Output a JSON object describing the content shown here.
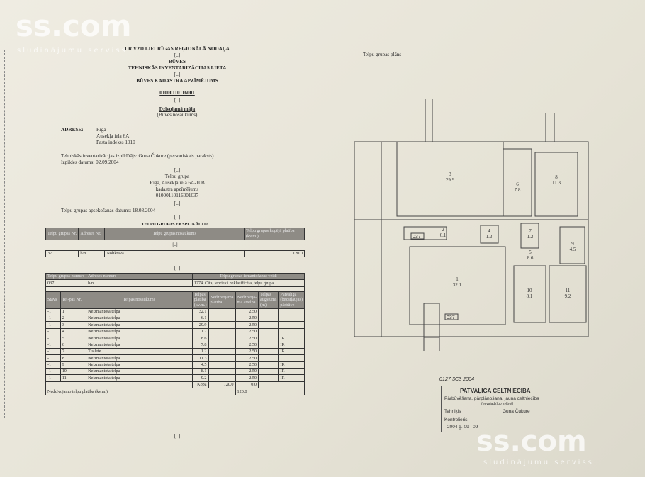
{
  "header": {
    "org": "LR VZD LIELRĪGAS REĢIONĀLĀ NODAĻA",
    "b1": "[..]",
    "line1": "BŪVES",
    "line2": "TEHNISKĀS INVENTARIZĀCIJAS LIETA",
    "b2": "[..]",
    "line3": "BŪVES KADASTRA APZĪMĒJUMS",
    "cadastre": "01000110116001",
    "b3": "[..]",
    "building_name": "Dzīvojamā māja",
    "building_caption": "(Būves nosaukums)"
  },
  "address": {
    "label": "ADRESE:",
    "l1": "Rīga",
    "l2": "Ausekļa iela 6A",
    "l3": "Pasta indekss 1010"
  },
  "inventory": {
    "performed_by": "Tehniskās inventarizācijas izpildītājs: Guna Čukure (personiskais paraksts)",
    "date": "Izpildes datums: 02.09.2004",
    "b4": "[..]",
    "group_title": "Telpu grupa",
    "group_addr": "Rīga, Ausekļa iela 6A-10B",
    "group_cad_label": "kadastra apzīmējums",
    "group_cad": "01000110116001037",
    "b5": "[..]",
    "survey_date": "Telpu grupas apsekošanas datums: 18.08.2004",
    "b6": "[..]"
  },
  "explication": {
    "title": "TELPU GRUPAS EKSPLIKĀCIJA",
    "h1": "Telpu grupas Nr.",
    "h2": "Adreses Nr.",
    "h3": "Telpu grupas nosaukums",
    "h4": "Telpu grupas kopējā platība (kv.m.)",
    "b": "[..]",
    "row": {
      "nr": "37",
      "addr": "b/n",
      "name": "Noliktava",
      "area": "120.0"
    },
    "b2": "[..]"
  },
  "details": {
    "title": "Telpu grupas izmantošanas veidi",
    "h1": "Telpu grupas numurs",
    "h2": "Adreses numurs",
    "row": {
      "nr": "037",
      "addr": "b/n",
      "code": "1274",
      "desc": "Cita, iepriekš neklasificēta, telpu grupa"
    },
    "cols": [
      "Stāvs",
      "Tel-pas Nr.",
      "Telpas nosaukums",
      "Telpas platība (kv.m.)",
      "Nedzīvojamā platība",
      "Nedzīvoja-mā ārtelpa",
      "Telpas augstums (m)",
      "Patvaļīga (bezatļaujas) pārbūve"
    ],
    "rows": [
      [
        "-1",
        "1",
        "Neizmantota telpa",
        "32.1",
        "2.50",
        ""
      ],
      [
        "-1",
        "2",
        "Neizmantota telpa",
        "6.1",
        "2.50",
        ""
      ],
      [
        "-1",
        "3",
        "Neizmantota telpa",
        "29.9",
        "2.50",
        ""
      ],
      [
        "-1",
        "4",
        "Neizmantota telpa",
        "1.2",
        "2.50",
        ""
      ],
      [
        "-1",
        "5",
        "Neizmantota telpa",
        "8.6",
        "2.50",
        "IR"
      ],
      [
        "-1",
        "6",
        "Neizmantota telpa",
        "7.8",
        "2.50",
        "IR"
      ],
      [
        "-1",
        "7",
        "Tualete",
        "1.2",
        "2.50",
        "IR"
      ],
      [
        "-1",
        "8",
        "Neizmantota telpa",
        "11.3",
        "2.50",
        ""
      ],
      [
        "-1",
        "9",
        "Neizmantota telpa",
        "4.5",
        "2.50",
        "IR"
      ],
      [
        "-1",
        "10",
        "Neizmantota telpa",
        "8.1",
        "2.50",
        "IR"
      ],
      [
        "-1",
        "11",
        "Neizmantota telpa",
        "9.2",
        "2.50",
        "IR"
      ]
    ],
    "total_label": "Kopā",
    "total_a": "120.0",
    "total_b": "0.0",
    "nd_label": "Nedzīvojamo telpu platība (kv.m.)",
    "nd_val": "120.0",
    "b_end": "[..]"
  },
  "plan": {
    "title": "Telpu grupas plāns",
    "rooms": [
      {
        "n": "3",
        "a": "29.9"
      },
      {
        "n": "6",
        "a": "7.8"
      },
      {
        "n": "8",
        "a": "11.3"
      },
      {
        "n": "2",
        "a": "6.1"
      },
      {
        "n": "4",
        "a": "1.2"
      },
      {
        "n": "7",
        "a": "1.2"
      },
      {
        "n": "5",
        "a": "8.6"
      },
      {
        "n": "9",
        "a": "4.5"
      },
      {
        "n": "1",
        "a": "32.1"
      },
      {
        "n": "10",
        "a": "8.1"
      },
      {
        "n": "11",
        "a": "9.2"
      }
    ],
    "tag1": "037",
    "tag2": "037",
    "handwritten": "0127 3C3 2004"
  },
  "stamp": {
    "title": "PATVAĻĪGA CELTNIECĪBA",
    "l1": "Pārbūvēšana, pārplānošana, jauna celtniecība",
    "l2": "(nevajadzīgo svītrot)",
    "l3": "Tehniķis",
    "name": "Guna Čukure",
    "l4": "Kontrolieris",
    "date": "2004 g. 09 . 09"
  },
  "watermark": {
    "brand": "ss.com",
    "sub": "sludinājumu serviss"
  }
}
